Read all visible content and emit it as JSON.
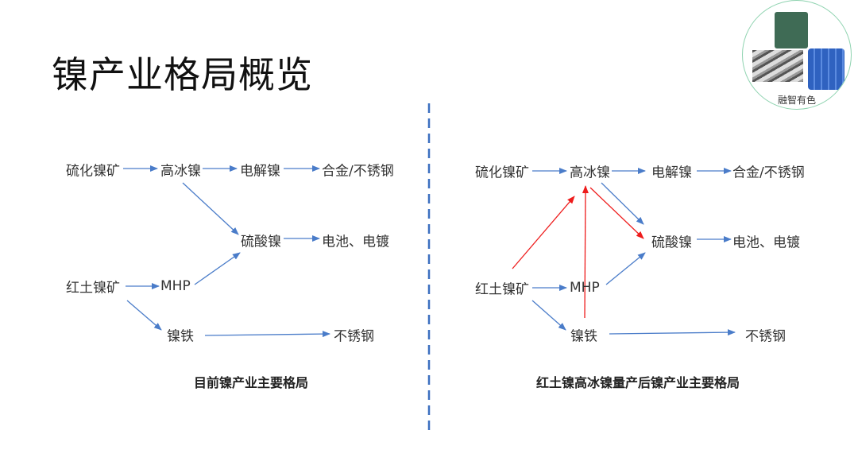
{
  "title": "镍产业格局概览",
  "logo": {
    "text": "融智有色"
  },
  "left": {
    "caption": "目前镍产业主要格局",
    "nodes": {
      "sulfide_ore": "硫化镍矿",
      "matte": "高冰镍",
      "electrolytic": "电解镍",
      "alloy": "合金/不锈钢",
      "sulfate": "硫酸镍",
      "battery": "电池、电镀",
      "laterite": "红土镍矿",
      "mhp": "MHP",
      "nickel_iron": "镍铁",
      "stainless": "不锈钢"
    }
  },
  "right": {
    "caption": "红土镍高冰镍量产后镍产业主要格局",
    "nodes": {
      "sulfide_ore": "硫化镍矿",
      "matte": "高冰镍",
      "electrolytic": "电解镍",
      "alloy": "合金/不锈钢",
      "sulfate": "硫酸镍",
      "battery": "电池、电镀",
      "laterite": "红土镍矿",
      "mhp": "MHP",
      "nickel_iron": "镍铁",
      "stainless": "不锈钢"
    }
  },
  "colors": {
    "flow": "#4a7cc9",
    "new_flow": "#ee1c1c",
    "divider": "#3b6fc0"
  }
}
